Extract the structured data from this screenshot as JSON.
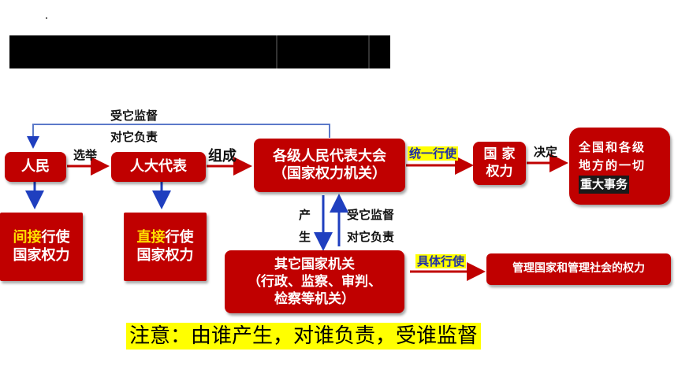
{
  "diagram": {
    "people": "人民",
    "deputies": "人大代表",
    "congress_line1": "各级人民代表大会",
    "congress_line2": "（国家权力机关）",
    "state_power_line1": "国 家",
    "state_power_line2": "权力",
    "affairs_line1": "全国和各级",
    "affairs_line2": "地方的一切",
    "affairs_line3": "重大事务",
    "indirect_hl": "间接",
    "indirect_rest": "行使",
    "indirect_line2": "国家权力",
    "direct_hl": "直接",
    "direct_rest": "行使",
    "direct_line2": "国家权力",
    "other_organs_line1": "其它国家机关",
    "other_organs_line2": "（行政、监察、审判、",
    "other_organs_line3": "检察等机关）",
    "manage_power": "管理国家和管理社会的权力",
    "label_supervise_top": "受它监督",
    "label_responsible_top": "对它负责",
    "label_elect": "选举",
    "label_form": "组成",
    "label_unified": "统一行使",
    "label_decide": "决定",
    "label_produce_1": "产",
    "label_produce_2": "生",
    "label_supervise_mid": "受它监督",
    "label_responsible_mid": "对它负责",
    "label_specific": "具体行使",
    "note": "注意：由谁产生，对谁负责，受谁监督"
  },
  "colors": {
    "box_red": "#c00000",
    "arrow_red": "#c00000",
    "arrow_blue": "#1f3fbf",
    "highlight_yellow": "#ffff00"
  }
}
